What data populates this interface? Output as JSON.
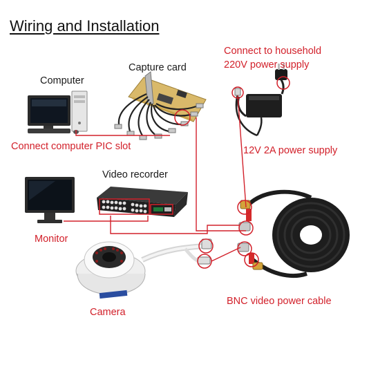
{
  "title": "Wiring and Installation",
  "labels": {
    "computer": "Computer",
    "capture_card": "Capture card",
    "connect_household_line1": "Connect to household",
    "connect_household_line2": "220V power supply",
    "connect_pc_slot": "Connect computer PIC slot",
    "power_supply": "12V 2A power supply",
    "video_recorder": "Video recorder",
    "monitor": "Monitor",
    "camera": "Camera",
    "bnc_cable": "BNC video power cable"
  },
  "colors": {
    "wire": "#d2202a",
    "label_red": "#d2202a",
    "label_dark": "#1a1a1a"
  }
}
